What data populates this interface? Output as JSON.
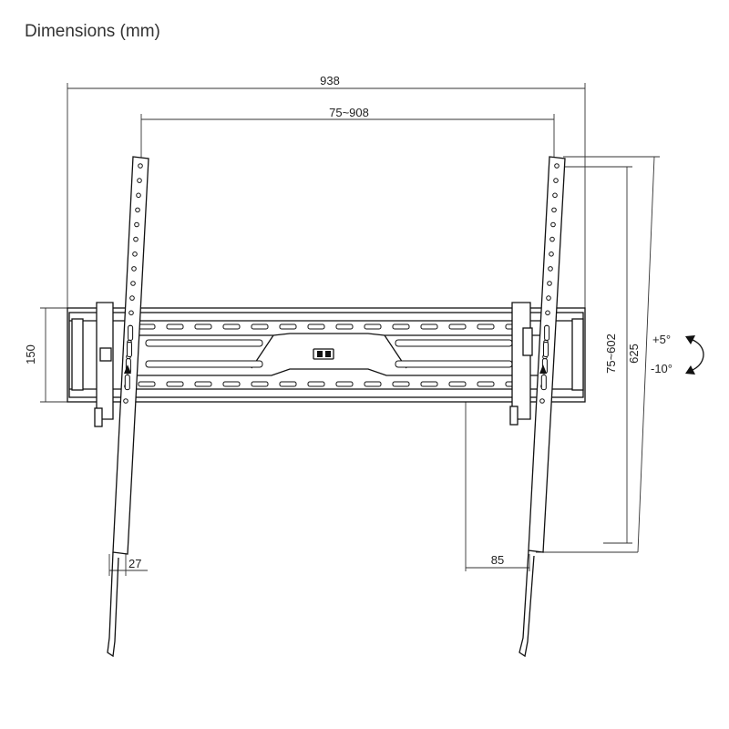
{
  "title": "Dimensions (mm)",
  "dimensions": {
    "overall_width": "938",
    "vesa_width": "75~908",
    "plate_height": "150",
    "vesa_height": "75~602",
    "arm_height": "625",
    "arm_width": "27",
    "wall_depth": "85"
  },
  "tilt": {
    "up": "+5°",
    "down": "-10°"
  }
}
